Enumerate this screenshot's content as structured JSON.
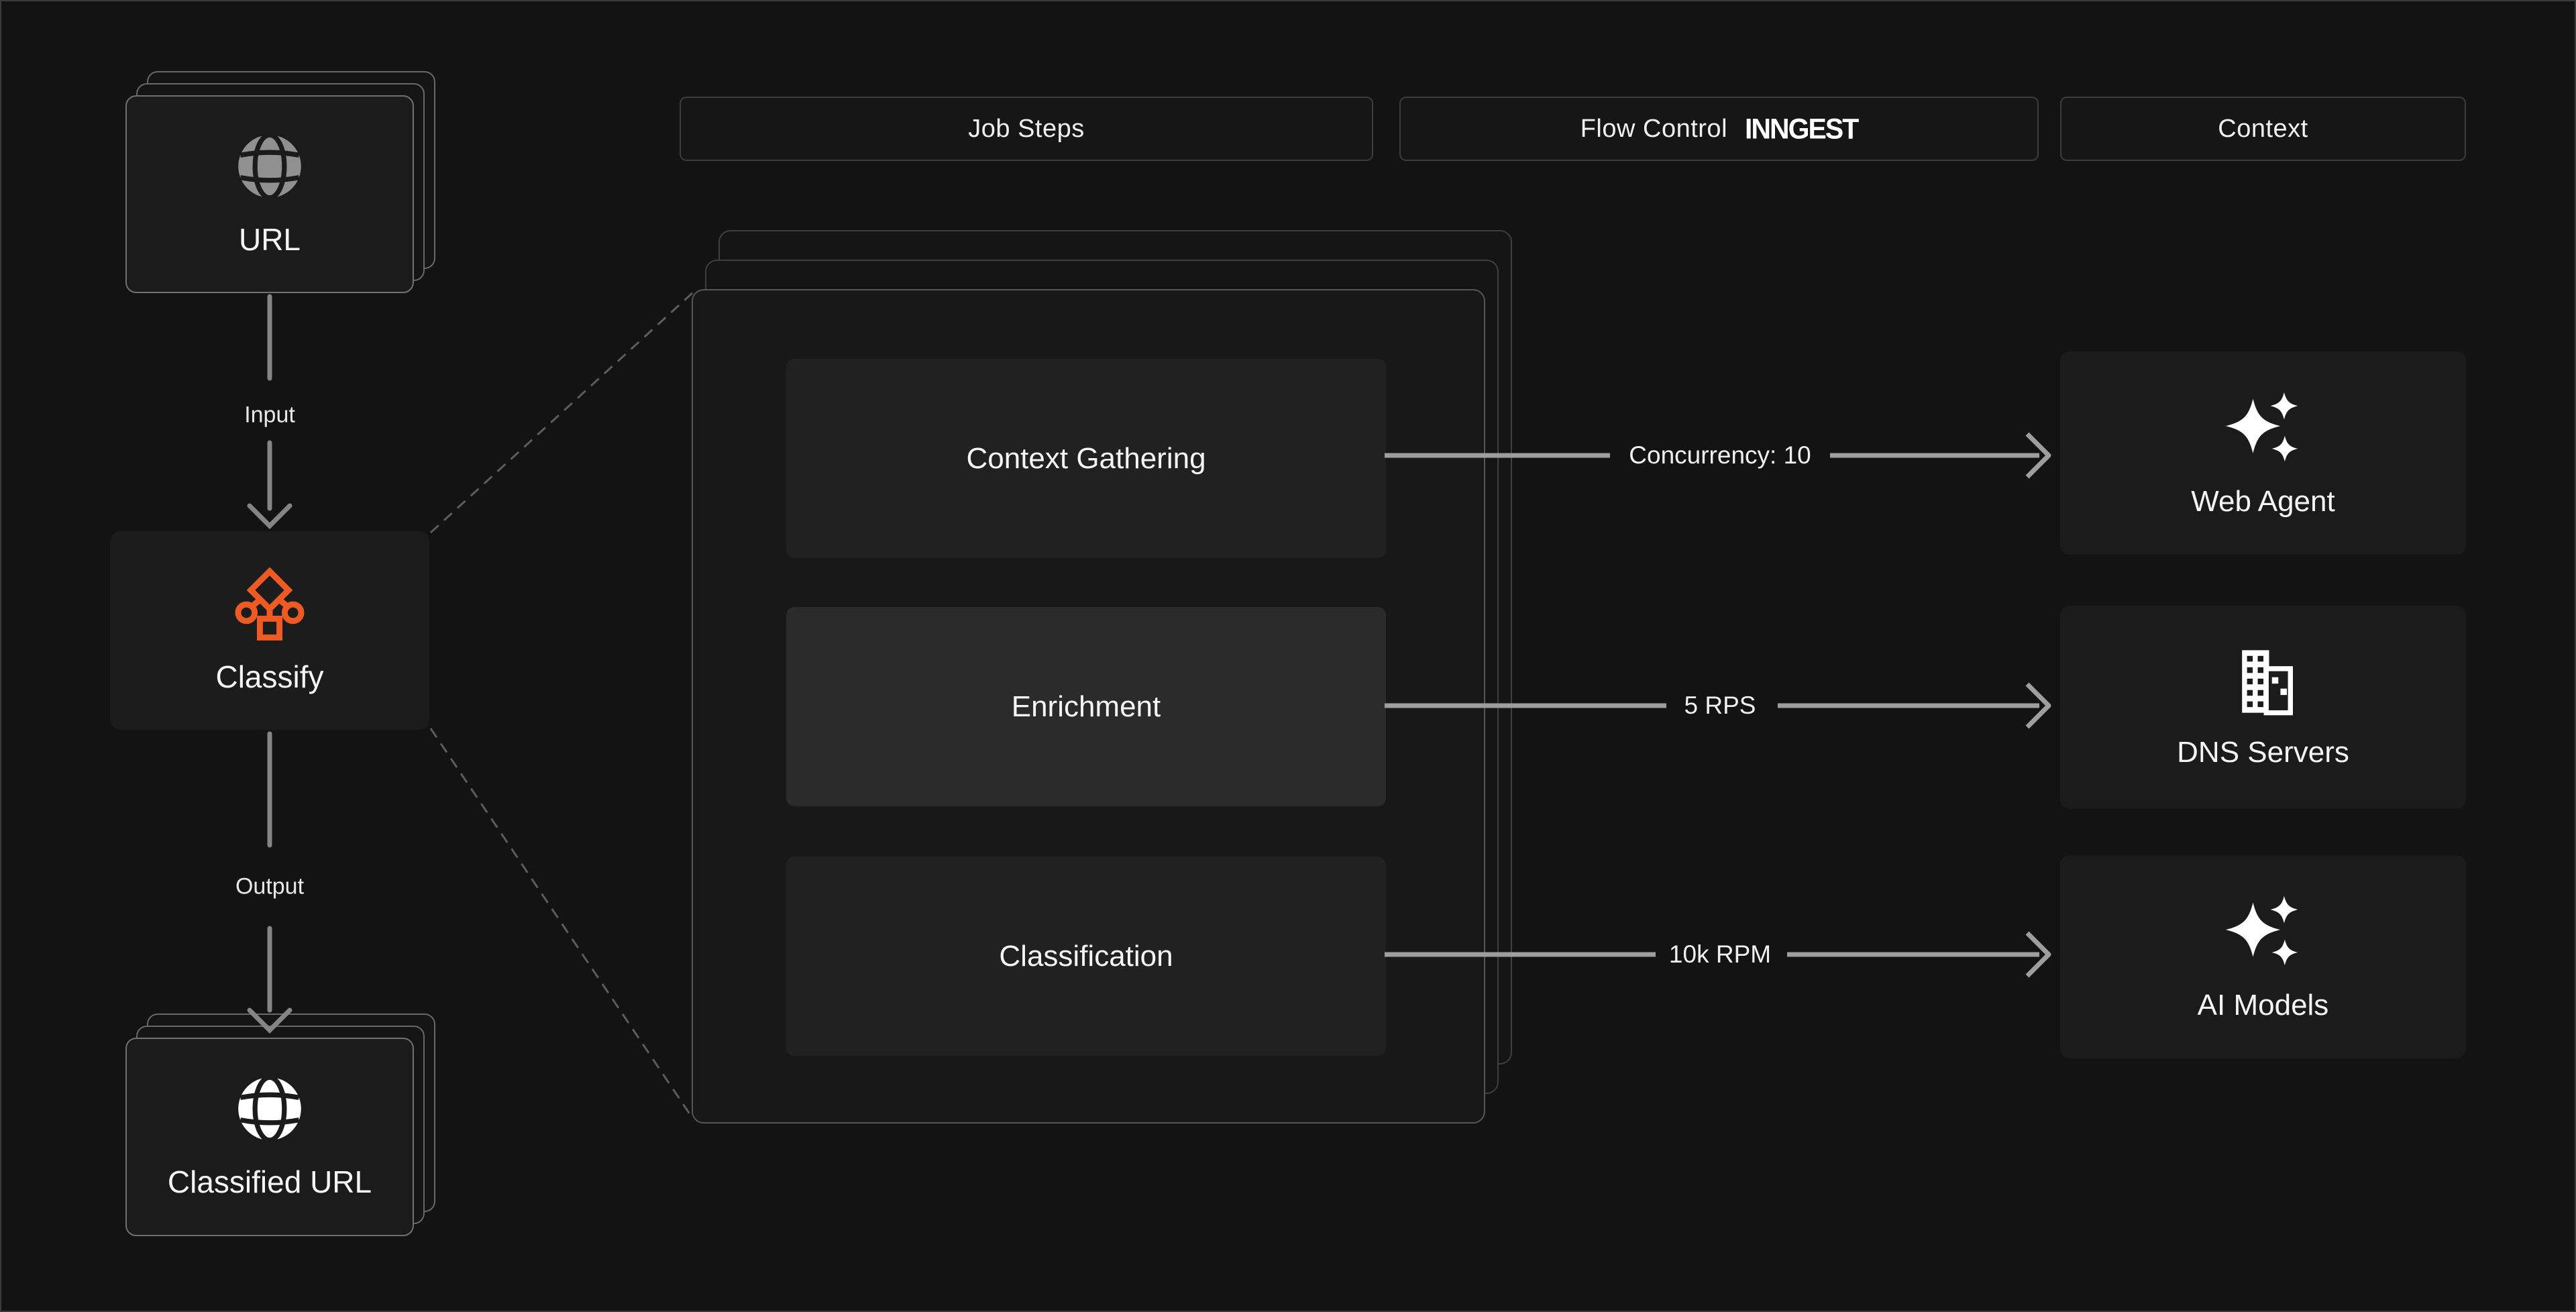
{
  "title": "URL classification pipeline diagram",
  "colors": {
    "background": "#131313",
    "accent_orange": "#ee5a23",
    "card_background": "#1b1b1b",
    "panel_background": "#181818",
    "step_background": "#212121",
    "step_highlight_background": "#2b2b2b",
    "arrow_gray": "#9e9e9e",
    "vertical_arrow_gray": "#858585",
    "text_white": "#f5f5f5"
  },
  "headers": {
    "job_steps": {
      "label": "Job Steps"
    },
    "flow_control": {
      "label": "Flow Control",
      "logo": "INNGEST"
    },
    "context": {
      "label": "Context"
    }
  },
  "left_flow": {
    "input_node": {
      "label": "URL",
      "icon": "globe-icon"
    },
    "input_edge_label": "Input",
    "process_node": {
      "label": "Classify",
      "icon": "classify-tree-icon"
    },
    "output_edge_label": "Output",
    "output_node": {
      "label": "Classified URL",
      "icon": "globe-icon"
    }
  },
  "job_panel": {
    "steps": [
      {
        "label": "Context Gathering",
        "highlighted": false
      },
      {
        "label": "Enrichment",
        "highlighted": true
      },
      {
        "label": "Classification",
        "highlighted": false
      }
    ]
  },
  "flow_controls": [
    {
      "label": "Concurrency: 10"
    },
    {
      "label": "5 RPS"
    },
    {
      "label": "10k RPM"
    }
  ],
  "context_nodes": [
    {
      "label": "Web Agent",
      "icon": "sparkles-icon"
    },
    {
      "label": "DNS Servers",
      "icon": "building-icon"
    },
    {
      "label": "AI Models",
      "icon": "sparkles-icon"
    }
  ]
}
